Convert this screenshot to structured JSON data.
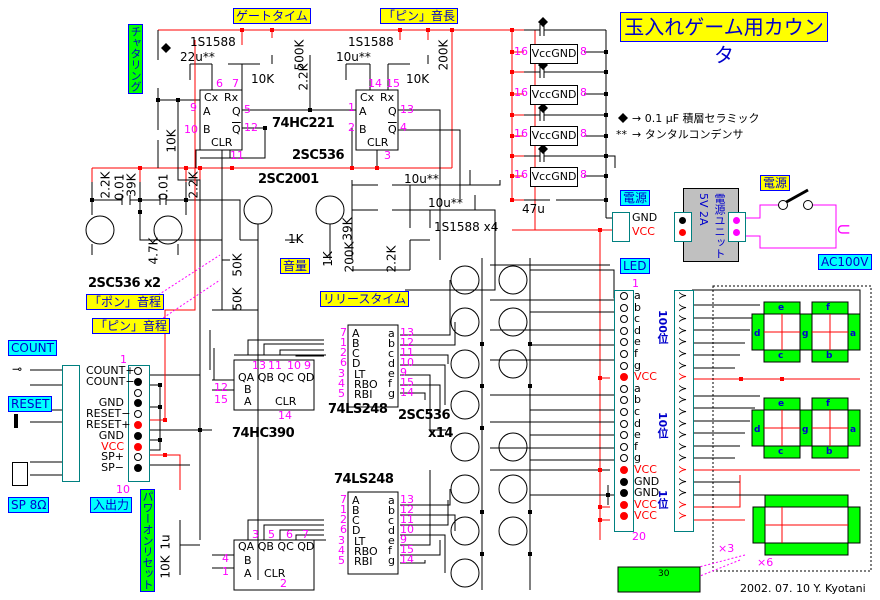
{
  "title": "玉入れゲーム用カウンタ",
  "legend": {
    "diamond_note": "→ 0.1 μF 積層セラミック",
    "star_note": "→ タンタルコンデンサ",
    "star_symbol": "**"
  },
  "labels": {
    "gate_time": "ゲートタイム",
    "pin_length": "「ピン」音長",
    "chattering": "チャタリング",
    "volume": "音量",
    "release_time": "リリースタイム",
    "pon_pitch": "「ポン」音程",
    "pin_pitch": "「ピン」音程",
    "power_on_reset": "パワーオンリセット",
    "power_top": "電源",
    "power_conn": "電源",
    "led": "LED",
    "ac100v": "AC100V",
    "count": "COUNT",
    "reset": "RESET",
    "sp": "SP 8Ω",
    "io": "入出力",
    "psu_name": "電源ユニット",
    "psu_spec": "5V 2A",
    "digit_100": "100位",
    "digit_10": "10位",
    "digit_1": "1位",
    "times3": "×3",
    "times6": "×6",
    "res30": "30",
    "signature": "2002. 07. 10 Y. Kyotani"
  },
  "components": {
    "ic_221": "74HC221",
    "ic_390": "74HC390",
    "ic_248_a": "74LS248",
    "ic_248_b": "74LS248",
    "tr_2sc536": "2SC536",
    "tr_2sc2001": "2SC2001",
    "tr_2sc536x2": "2SC536 x2",
    "tr_2sc536x14_a": "2SC536",
    "tr_2sc536x14_b": "x14",
    "d1": "1S1588",
    "d2": "1S1588",
    "d_x4": "1S1588 x4",
    "c22u": "22u**",
    "c10u_a": "10u**",
    "c10u_b": "10u**",
    "c10u_c": "10u**",
    "c47u": "47u",
    "c1u": "1u",
    "r10k_a": "10K",
    "r10k_b": "10K",
    "r10k_c": "10K",
    "r10k_d": "10K",
    "r500k": "500K",
    "r200k_a": "200K",
    "r200k_b": "200K",
    "r2k2_a": "2.2K",
    "r2k2_b": "2.2K",
    "r2k2_c": "2.2K",
    "r2k2_d": "2.2K",
    "r39k_a": "39K",
    "r39k_b": "39K",
    "r47k": "4.7K",
    "r1k_a": "1K",
    "r1k_b": "1K",
    "r50k_a": "50K",
    "r50k_b": "50K",
    "c001_a": "0.01",
    "c001_b": "0.01"
  },
  "ic221_pins": {
    "cx": "Cx",
    "rx": "Rx",
    "a": "A",
    "b": "B",
    "q": "Q",
    "qn": "Q",
    "clr": "CLR",
    "left": {
      "p6": "6",
      "p7": "7",
      "p9": "9",
      "p10": "10",
      "p5": "5",
      "p12": "12",
      "p11": "11"
    },
    "right": {
      "p14": "14",
      "p15": "15",
      "p1": "1",
      "p2": "2",
      "p13": "13",
      "p4": "4",
      "p3": "3"
    }
  },
  "ic390_pins": {
    "qa": "QA",
    "qb": "QB",
    "qc": "QC",
    "qd": "QD",
    "b": "B",
    "a": "A",
    "clr": "CLR",
    "top": {
      "p13": "13",
      "p11": "11",
      "p10": "10",
      "p9": "9",
      "p12": "12",
      "p15": "15",
      "p14": "14"
    },
    "bot": {
      "p3": "3",
      "p5": "5",
      "p6": "6",
      "p7": "7",
      "p4": "4",
      "p1": "1",
      "p2": "2"
    }
  },
  "ic248_pins": {
    "in": [
      "A",
      "B",
      "C",
      "D"
    ],
    "ctl": [
      "LT",
      "RBO",
      "RBI"
    ],
    "out": [
      "a",
      "b",
      "c",
      "d",
      "e",
      "f",
      "g"
    ],
    "in_nums": [
      "7",
      "1",
      "2",
      "6"
    ],
    "ctl_nums": [
      "3",
      "4",
      "5"
    ],
    "out_nums": [
      "13",
      "12",
      "11",
      "10",
      "9",
      "15",
      "14"
    ]
  },
  "vcc_gnd_blocks": [
    {
      "label": "VccGND",
      "vcc_pin": "16",
      "gnd_pin": "8"
    },
    {
      "label": "VccGND",
      "vcc_pin": "16",
      "gnd_pin": "8"
    },
    {
      "label": "VccGND",
      "vcc_pin": "16",
      "gnd_pin": "8"
    },
    {
      "label": "VccGND",
      "vcc_pin": "16",
      "gnd_pin": "8"
    }
  ],
  "power_conn": {
    "gnd": "GND",
    "vcc": "VCC"
  },
  "io_connector": {
    "first_pin": "1",
    "last_pin": "10",
    "pins": [
      "COUNT+",
      "COUNT−",
      "",
      "GND",
      "RESET−",
      "RESET+",
      "GND",
      "VCC",
      "SP+",
      "SP−"
    ]
  },
  "led_connector": {
    "first_pin": "1",
    "last_pin": "20",
    "pins": [
      "a",
      "b",
      "c",
      "d",
      "e",
      "f",
      "g",
      "VCC",
      "a",
      "b",
      "c",
      "d",
      "e",
      "f",
      "g",
      "VCC",
      "GND",
      "GND",
      "VCC",
      "VCC"
    ]
  },
  "seven_seg": {
    "segments": [
      "a",
      "b",
      "c",
      "d",
      "e",
      "f",
      "g"
    ]
  }
}
